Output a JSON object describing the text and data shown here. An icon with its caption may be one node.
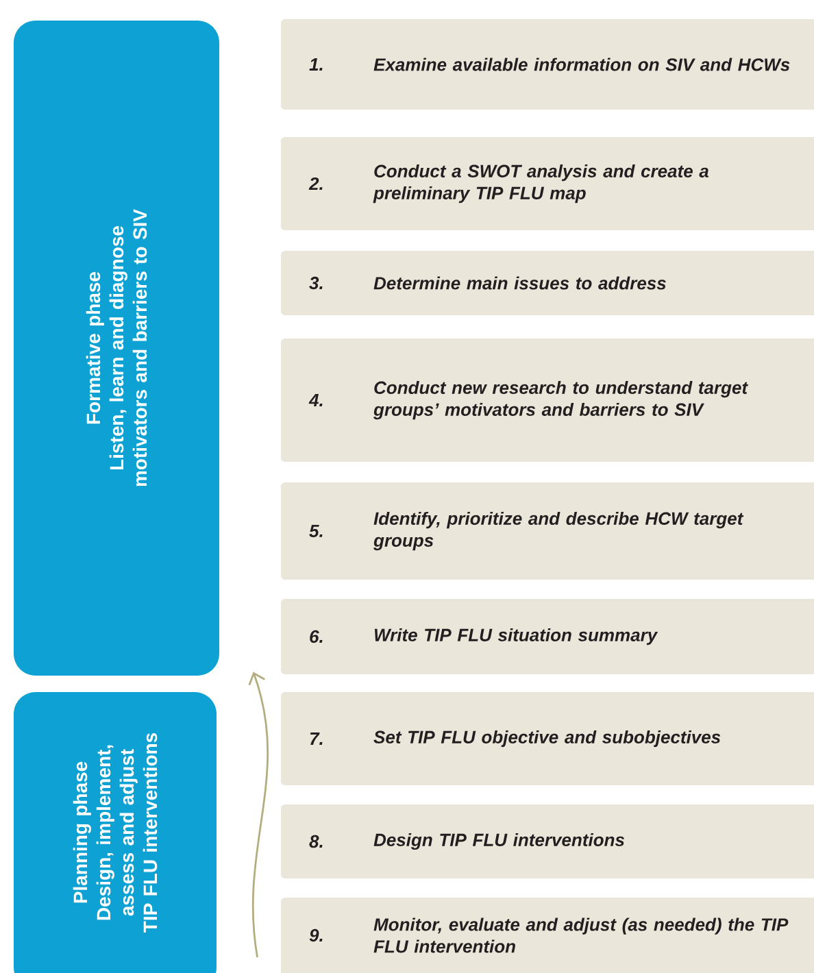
{
  "diagram": {
    "nodes": [
      {
        "text": [
          "Formative phase",
          "Listen, learn and diagnose motivators and barriers to SIV"
        ]
      },
      {
        "text": [
          "Planning phase",
          "Design, implement, assess and adjust TIP FLU interventions"
        ]
      },
      {
        "text": [
          "1.",
          "Examine available information on SIV and HCWs"
        ]
      },
      {
        "text": [
          "2.",
          "Conduct a SWOT analysis and create a preliminary TIP FLU map"
        ]
      },
      {
        "text": [
          "3.",
          "Determine main issues to address"
        ]
      },
      {
        "text": [
          "4.",
          "Conduct new research to understand target groups’ motivators and barriers to SIV"
        ]
      },
      {
        "text": [
          "5.",
          "Identify, prioritize and describe HCW target groups"
        ]
      },
      {
        "text": [
          "6.",
          "Write TIP FLU situation summary"
        ]
      },
      {
        "text": [
          "7.",
          "Set TIP FLU objective and subobjectives"
        ]
      },
      {
        "text": [
          "8.",
          "Design TIP FLU interventions"
        ]
      },
      {
        "text": [
          "9.",
          "Monitor, evaluate and adjust (as needed) the TIP FLU intervention"
        ]
      }
    ],
    "edges": [
      {
        "from": 10,
        "to": 7,
        "arrow": "to",
        "color": "#b3ad80"
      }
    ]
  }
}
